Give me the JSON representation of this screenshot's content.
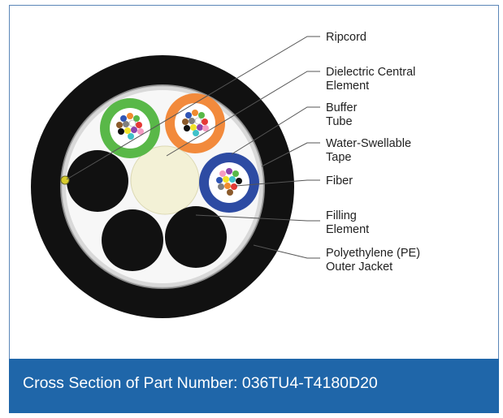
{
  "colors": {
    "frame_border": "#5b86b8",
    "caption_bg": "#1f66a9",
    "caption_text": "#ffffff",
    "jacket": "#111111",
    "tape": "#d9d9d9",
    "central_element": "#f3f1d6",
    "buffer_tube_green": "#59b848",
    "buffer_tube_orange": "#f28a3c",
    "buffer_tube_blue": "#2d4ba3"
  },
  "labels": {
    "ripcord": [
      "Ripcord"
    ],
    "dielectric": [
      "Dielectric Central",
      "Element"
    ],
    "buffer": [
      "Buffer",
      "Tube"
    ],
    "water": [
      "Water-Swellable",
      "Tape"
    ],
    "fiber": [
      "Fiber"
    ],
    "filling": [
      "Filling",
      "Element"
    ],
    "jacket": [
      "Polyethylene (PE)",
      "Outer Jacket"
    ]
  },
  "caption": "Cross Section of Part Number: 036TU4-T4180D20"
}
